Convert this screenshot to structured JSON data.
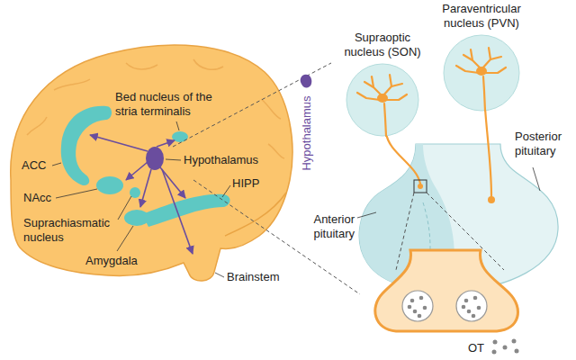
{
  "diagram": {
    "nodes": [
      {
        "text": [
          "Supraoptic nucleus (SON)"
        ]
      },
      {
        "text": [
          "Paraventricular nucleus (PVN)"
        ]
      }
    ],
    "labels": [
      "Bed nucleus of the stria terminalis",
      "ACC",
      "NAcc",
      "Hypothalamus",
      "HIPP",
      "Suprachiasmatic nucleus",
      "Amygdala",
      "Brainstem",
      "Hypothalamus",
      "Anterior pituitary",
      "Posterior pituitary",
      "OT"
    ]
  }
}
